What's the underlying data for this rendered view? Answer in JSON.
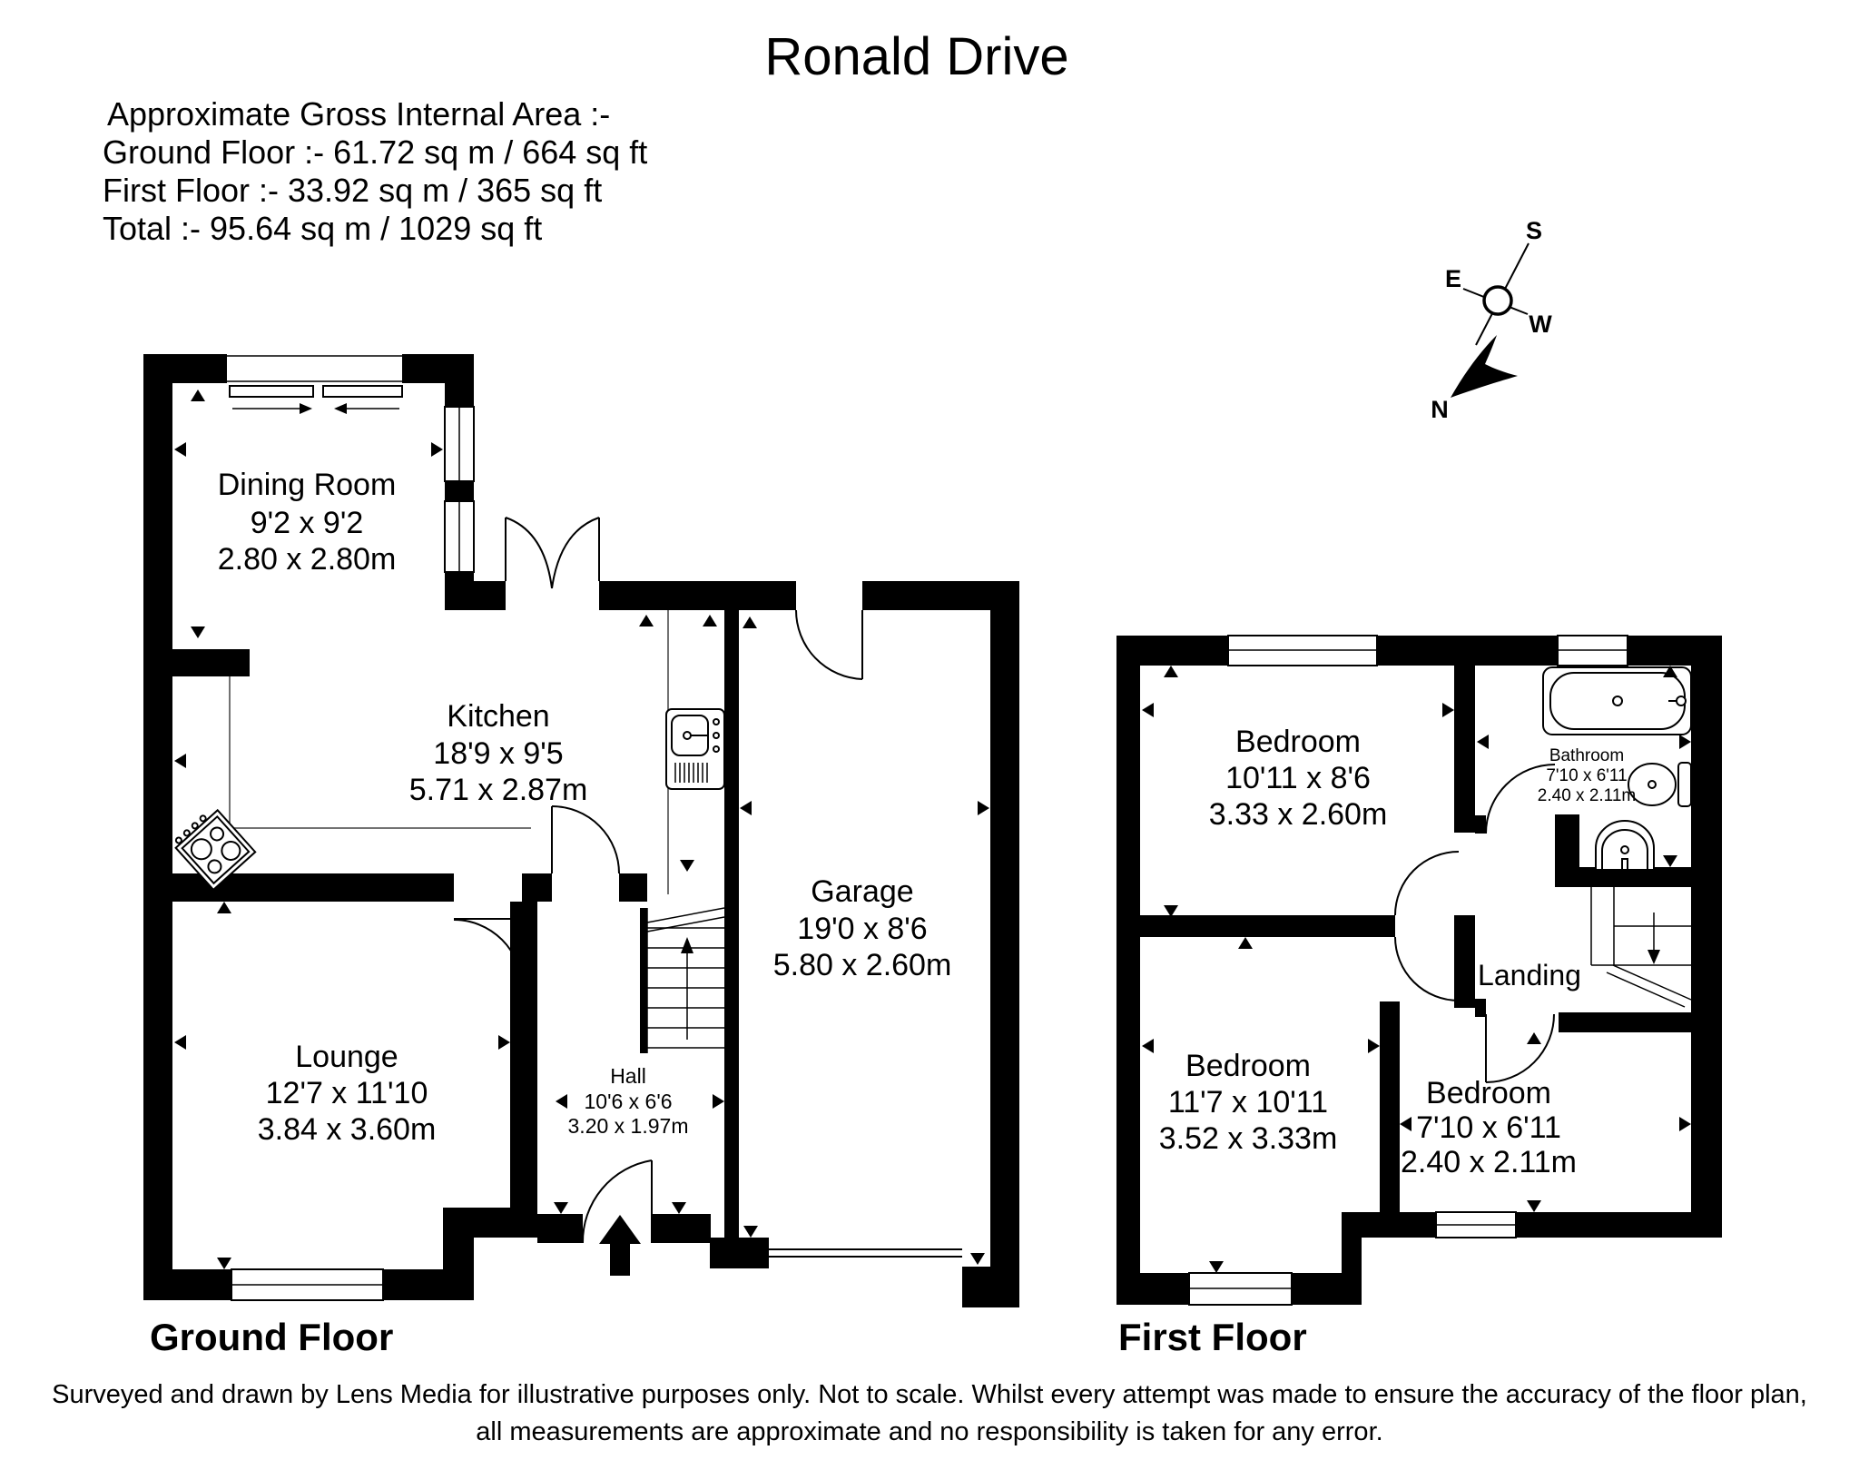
{
  "title": "Ronald Drive",
  "area_summary": {
    "heading": "Approximate Gross Internal Area :-",
    "ground_line": "Ground Floor :- 61.72 sq m / 664 sq ft",
    "first_line": "First Floor :- 33.92 sq m / 365 sq ft",
    "total_line": "Total :- 95.64 sq m / 1029 sq ft"
  },
  "compass": {
    "north": "N",
    "south": "S",
    "east": "E",
    "west": "W"
  },
  "floors": {
    "ground": {
      "label": "Ground Floor",
      "rooms": {
        "dining": {
          "name": "Dining Room",
          "imperial": "9'2 x 9'2",
          "metric": "2.80 x 2.80m"
        },
        "kitchen": {
          "name": "Kitchen",
          "imperial": "18'9 x 9'5",
          "metric": "5.71 x 2.87m"
        },
        "garage": {
          "name": "Garage",
          "imperial": "19'0 x 8'6",
          "metric": "5.80 x 2.60m"
        },
        "lounge": {
          "name": "Lounge",
          "imperial": "12'7 x 11'10",
          "metric": "3.84 x 3.60m"
        },
        "hall": {
          "name": "Hall",
          "imperial": "10'6 x 6'6",
          "metric": "3.20 x 1.97m"
        }
      }
    },
    "first": {
      "label": "First Floor",
      "rooms": {
        "bedroom1": {
          "name": "Bedroom",
          "imperial": "10'11 x 8'6",
          "metric": "3.33 x 2.60m"
        },
        "bathroom": {
          "name": "Bathroom",
          "imperial": "7'10 x 6'11",
          "metric": "2.40 x 2.11m"
        },
        "landing": {
          "name": "Landing"
        },
        "bedroom2": {
          "name": "Bedroom",
          "imperial": "11'7 x 10'11",
          "metric": "3.52 x 3.33m"
        },
        "bedroom3": {
          "name": "Bedroom",
          "imperial": "7'10 x 6'11",
          "metric": "2.40 x 2.11m"
        }
      }
    }
  },
  "footer": {
    "line1": "Surveyed and drawn by Lens Media for illustrative purposes only. Not to scale. Whilst every attempt was made to ensure the accuracy of the floor plan,",
    "line2": "all measurements are approximate and no responsibility is taken for any error."
  },
  "colors": {
    "wall": "#000000",
    "background": "#ffffff"
  }
}
